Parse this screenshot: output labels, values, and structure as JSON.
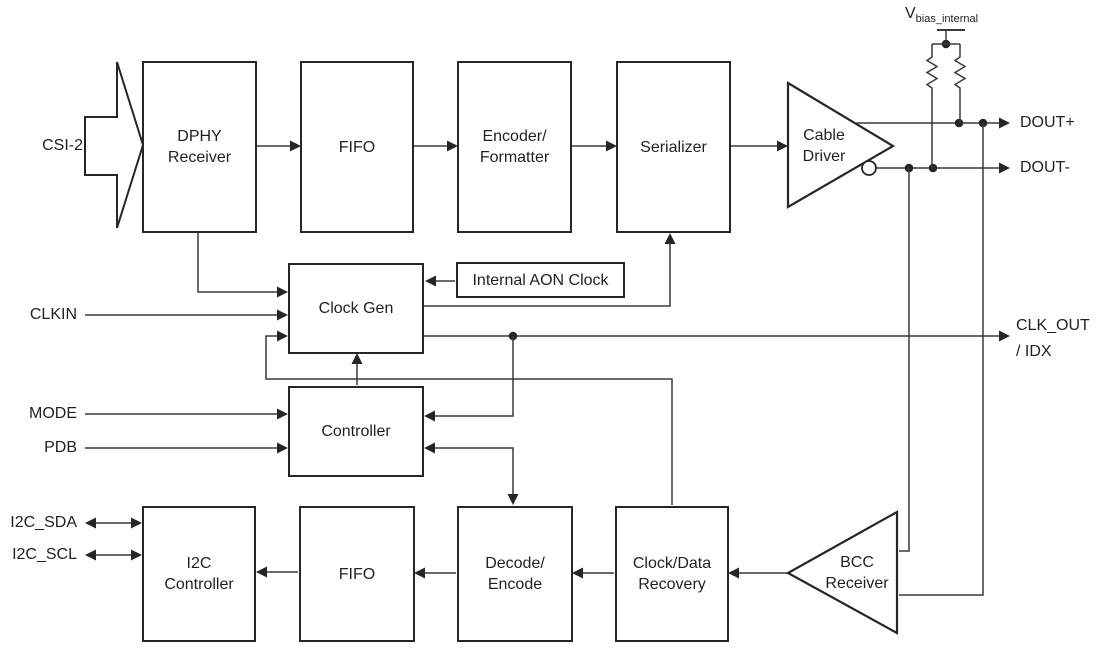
{
  "diagram": {
    "blocks": {
      "dphy_receiver": "DPHY\nReceiver",
      "fifo_top": "FIFO",
      "encoder_formatter": "Encoder/\nFormatter",
      "serializer": "Serializer",
      "cable_driver": "Cable\nDriver",
      "internal_aon_clock": "Internal AON Clock",
      "clock_gen": "Clock Gen",
      "controller": "Controller",
      "i2c_controller": "I2C\nController",
      "fifo_bottom": "FIFO",
      "decode_encode": "Decode/\nEncode",
      "clock_data_recovery": "Clock/Data\nRecovery",
      "bcc_receiver": "BCC\nReceiver"
    },
    "ports": {
      "csi2": "CSI-2",
      "clkin": "CLKIN",
      "mode": "MODE",
      "pdb": "PDB",
      "i2c_sda": "I2C_SDA",
      "i2c_scl": "I2C_SCL",
      "dout_plus": "DOUT+",
      "dout_minus": "DOUT-",
      "clk_out_idx": "CLK_OUT\n/ IDX",
      "vbias_main": "V",
      "vbias_subscript": "bias_internal"
    },
    "colors": {
      "background": "#ffffff",
      "wire": "#3a3a3a",
      "block_border": "#262626",
      "text": "#231f20"
    }
  }
}
